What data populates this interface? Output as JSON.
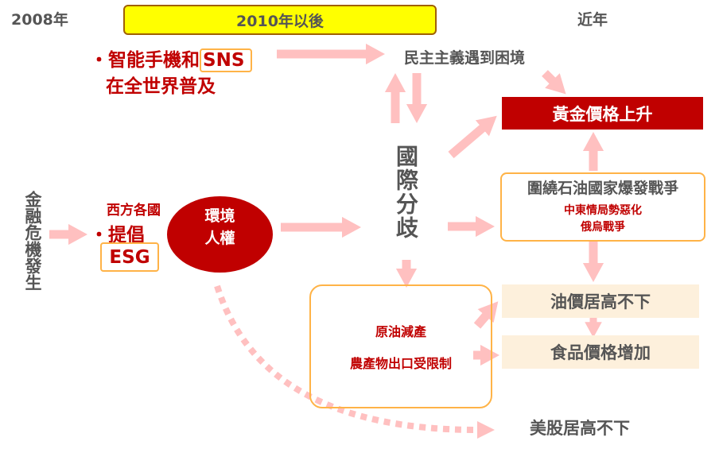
{
  "timeline": {
    "start": "2008年",
    "middle": "2010年以後",
    "end": "近年"
  },
  "colors": {
    "red": "#c00000",
    "gray": "#555555",
    "arrow": "#ffc0c0",
    "yellow": "#ffff00",
    "orange_border": "#ffb347",
    "beige": "#fdf0dc"
  },
  "nodes": {
    "financial_crisis": "金融危機發生",
    "smartphone_bullet": "・",
    "smartphone_line1": "智能手機和",
    "smartphone_sns": "SNS",
    "smartphone_line2": "在全世界普及",
    "western_countries": "西方各國",
    "advocate_bullet": "・",
    "advocate": "提倡",
    "esg": "ESG",
    "env_line1": "環境",
    "env_line2": "人權",
    "democracy": "民主主義遇到困境",
    "intl_divergence": "國際分歧",
    "gold": "黃金價格上升",
    "war_title": "圍繞石油國家爆發戰爭",
    "war_item1": "中東情局勢惡化",
    "war_item2": "俄烏戰爭",
    "oil_cut": "原油減產",
    "agri_export": "農產物出口受限制",
    "oil_price": "油價居高不下",
    "food_price": "食品價格增加",
    "us_stocks": "美股居高不下"
  }
}
